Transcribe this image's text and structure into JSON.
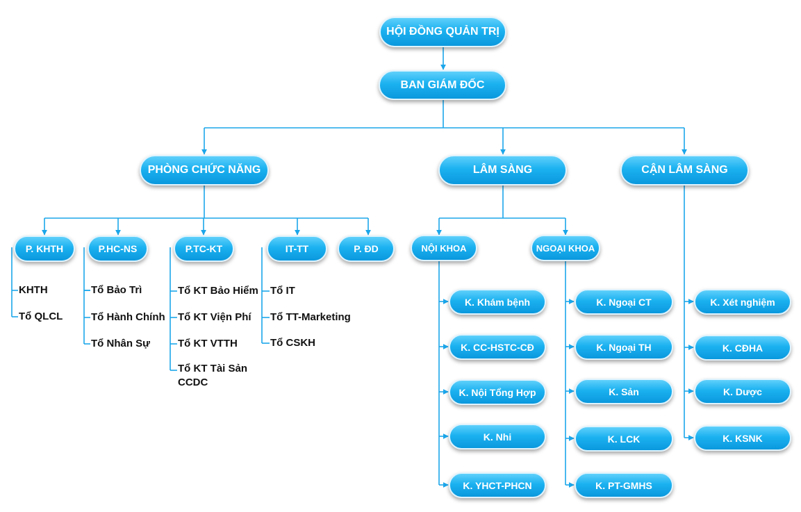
{
  "colors": {
    "line": "#1ba6ea",
    "node_fill": "#1bb1f0",
    "node_text": "#ffffff",
    "leaf_text": "#111111"
  },
  "board": "HỘI ĐỒNG QUẢN TRỊ",
  "directors": "BAN GIÁM ĐỐC",
  "branches": {
    "functional": "PHÒNG CHỨC NĂNG",
    "clinical": "LÂM SÀNG",
    "paraclinical": "CẬN LÂM SÀNG"
  },
  "departments": {
    "khth": {
      "title": "P. KHTH",
      "items": [
        "KHTH",
        "Tổ QLCL"
      ]
    },
    "hcns": {
      "title": "P.HC-NS",
      "items": [
        "Tổ Bảo Trì",
        "Tổ Hành Chính",
        "Tổ Nhân Sự"
      ]
    },
    "tckt": {
      "title": "P.TC-KT",
      "items": [
        "Tổ KT Bảo Hiểm",
        "Tổ KT Viện Phí",
        "Tổ KT VTTH",
        "Tổ KT Tài Sản",
        "CCDC"
      ]
    },
    "ittt": {
      "title": "IT-TT",
      "items": [
        "Tổ IT",
        "Tổ TT-Marketing",
        "Tổ CSKH"
      ]
    },
    "dd": {
      "title": "P. ĐD"
    }
  },
  "internal": {
    "title": "NỘI KHOA",
    "items": [
      "K. Khám bệnh",
      "K. CC-HSTC-CĐ",
      "K. Nội Tổng Hợp",
      "K. Nhi",
      "K. YHCT-PHCN"
    ]
  },
  "surgery": {
    "title": "NGOẠI KHOA",
    "items": [
      "K. Ngoại CT",
      "K. Ngoại TH",
      "K. Sản",
      "K. LCK",
      "K. PT-GMHS"
    ]
  },
  "para_items": [
    "K. Xét nghiệm",
    "K. CĐHA",
    "K. Dược",
    "K. KSNK"
  ]
}
